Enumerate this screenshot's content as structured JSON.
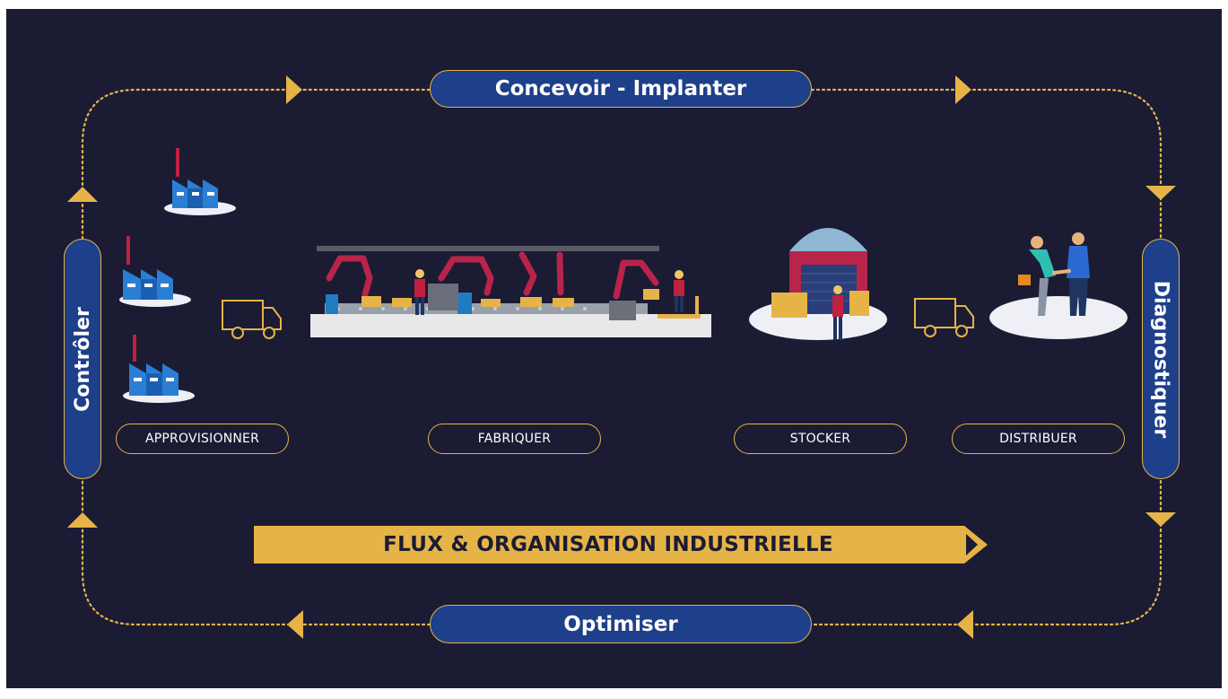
{
  "cycle": {
    "top": "Concevoir - Implanter",
    "bottom": "Optimiser",
    "left": "Contrôler",
    "right": "Diagnostiquer"
  },
  "stages": [
    "APPROVISIONNER",
    "FABRIQUER",
    "STOCKER",
    "DISTRIBUER"
  ],
  "banner": "FLUX & ORGANISATION INDUSTRIELLE",
  "colors": {
    "background": "#1b1b34",
    "accent": "#e6b446",
    "pill": "#1e3f8a",
    "factory": "#2a7fd4",
    "robot": "#b8244a"
  },
  "icons": [
    "factory-icon",
    "truck-icon",
    "production-line-illustration",
    "warehouse-illustration",
    "handshake-illustration"
  ]
}
